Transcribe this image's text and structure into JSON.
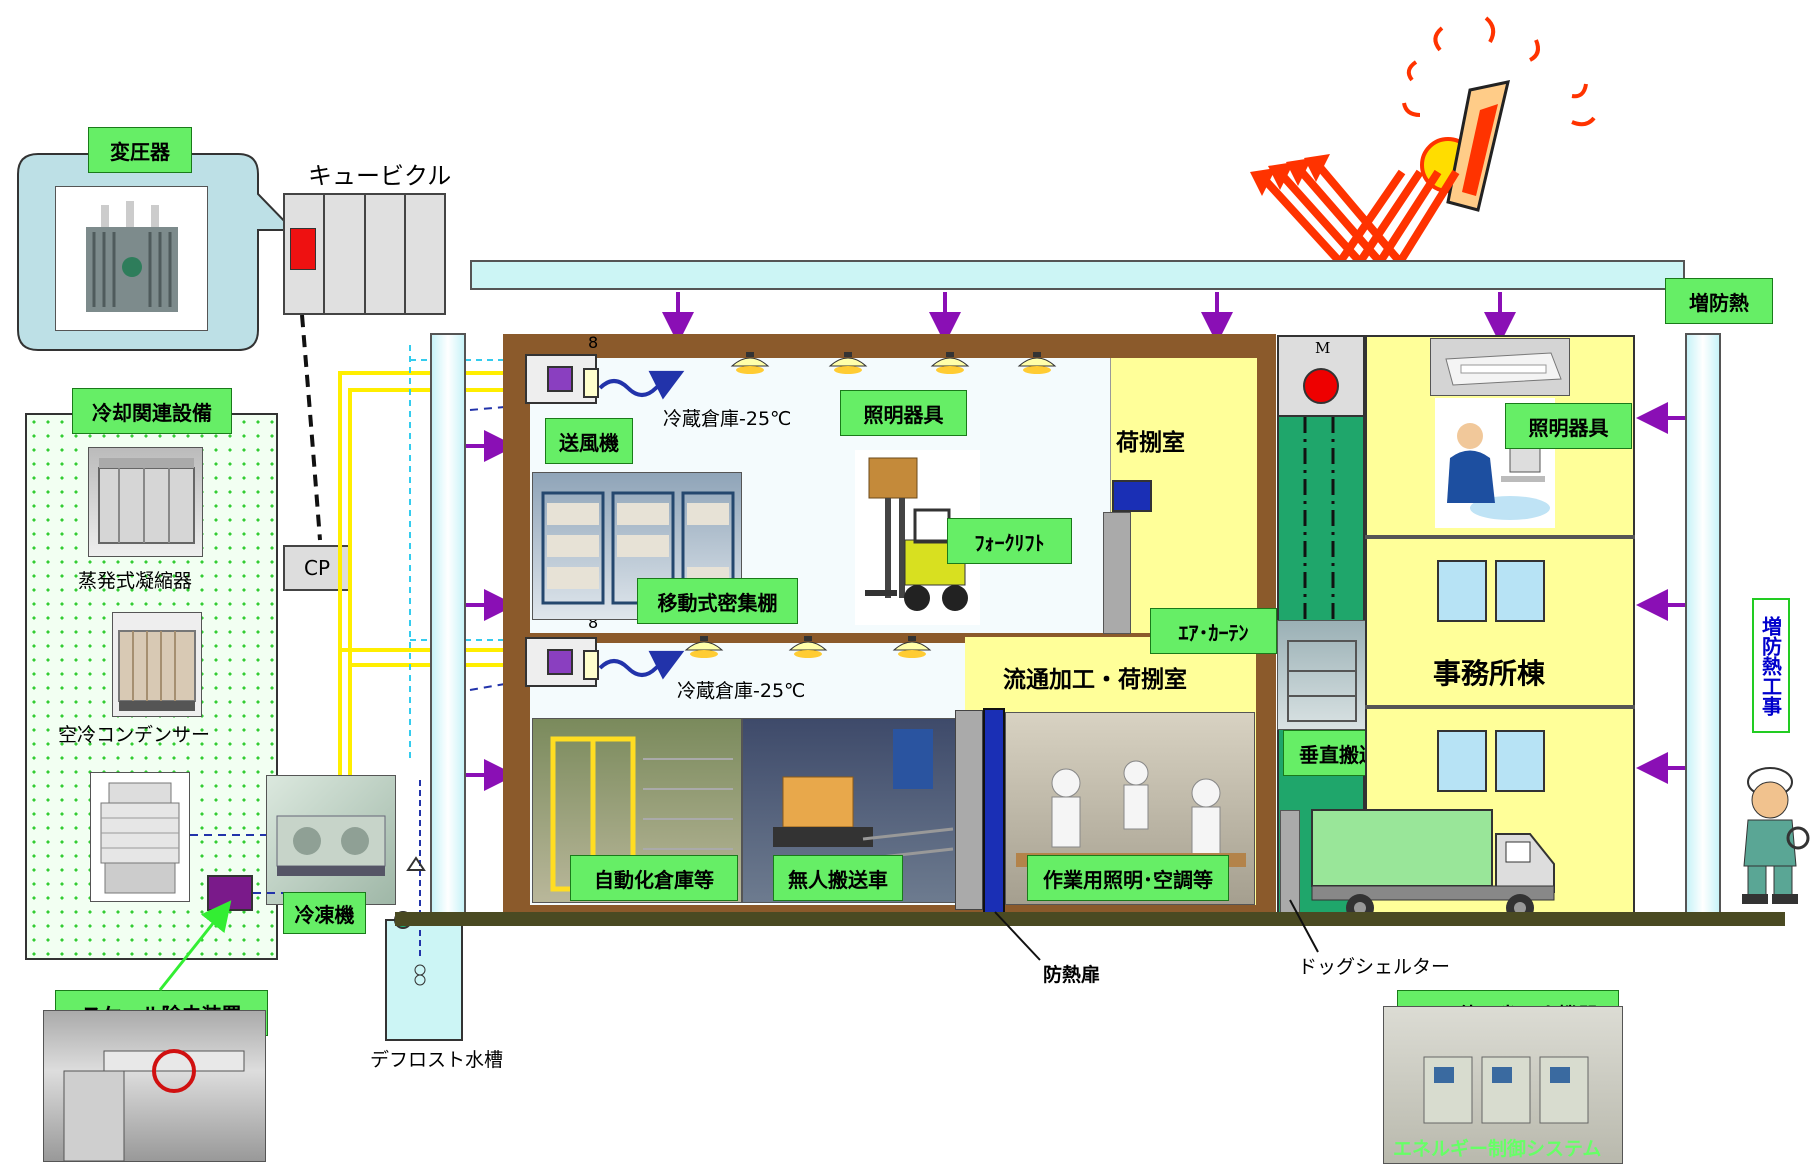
{
  "labels": {
    "transformer": "変圧器",
    "cubicle": "キュービクル",
    "cp": "CP",
    "cooling_related": "冷却関連設備",
    "evap_condenser": "蒸発式凝縮器",
    "air_condenser": "空冷コンデンサー",
    "scale_remover": "スケール除去装置",
    "refrigerator": "冷凍機",
    "defrost_tank": "デフロスト水槽",
    "fan": "送風機",
    "cold_storage_top": "冷蔵倉庫-25℃",
    "cold_storage_bottom": "冷蔵倉庫-25℃",
    "lighting_top": "照明器具",
    "mobile_rack": "移動式密集棚",
    "forklift": "ﾌｫｰｸﾘﾌﾄ",
    "cargo_room": "荷捌室",
    "distribution_room": "流通加工・荷捌室",
    "air_curtain": "ｴｱ･ｶｰﾃﾝ",
    "auto_warehouse": "自動化倉庫等",
    "agv": "無人搬送車",
    "work_lighting": "作業用照明･空調等",
    "heat_door": "防熱扉",
    "dock_shelter": "ドッグシェルター",
    "vertical_conveyor": "垂直搬送機",
    "office_building": "事務所棟",
    "lighting_office": "照明器具",
    "insulation": "増防熱",
    "insulation_work": "増防熱工事",
    "other_equipment": "その他の省エネ機器",
    "energy_control": "エネルギー制御システム",
    "fan_number_top": "8",
    "fan_number_bottom": "8",
    "motor": "M"
  },
  "colors": {
    "label_green": "#66ee66",
    "wall_brown": "#8b5a2b",
    "cold_room": "#f2f9fc",
    "yellow_room": "#ffff99",
    "elevator_green": "#1fa66b",
    "roof_cyan": "#ccf5f5",
    "arrow_purple": "#8a0fb5",
    "heat_red": "#ff3300",
    "door_blue": "#1a2fb5"
  }
}
